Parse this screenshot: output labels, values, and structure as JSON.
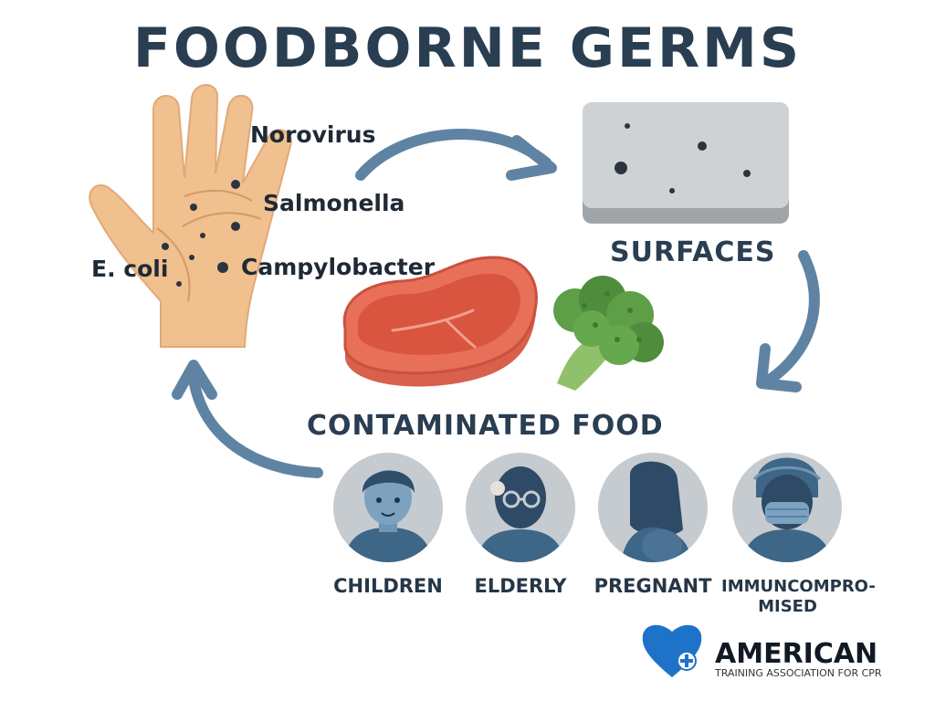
{
  "title": "FOODBORNE GERMS",
  "germs": {
    "norovirus": "Norovirus",
    "salmonella": "Salmonella",
    "ecoli": "E. coli",
    "campylobacter": "Campylobacter"
  },
  "sections": {
    "surfaces": "SURFACES",
    "contaminated_food": "CONTAMINATED FOOD"
  },
  "risk_groups": {
    "children": "CHILDREN",
    "elderly": "ELDERLY",
    "pregnant": "PREGNANT",
    "immunocompromised_line1": "IMMUNCOMPRO-",
    "immunocompromised_line2": "MISED"
  },
  "logo": {
    "name": "AMERICAN",
    "tagline": "TRAINING ASSOCIATION FOR CPR",
    "icon": "heart-plus-icon"
  },
  "colors": {
    "title": "#2a3e52",
    "arrow": "#5f84a3",
    "skin": "#f0c08f",
    "surface": "#c9cdd1",
    "meat": "#e05a45",
    "broccoli": "#5e9e47",
    "avatar_bg": "#c6cbd0",
    "avatar_figure": "#3e6687",
    "logo_blue": "#1e73c8"
  }
}
